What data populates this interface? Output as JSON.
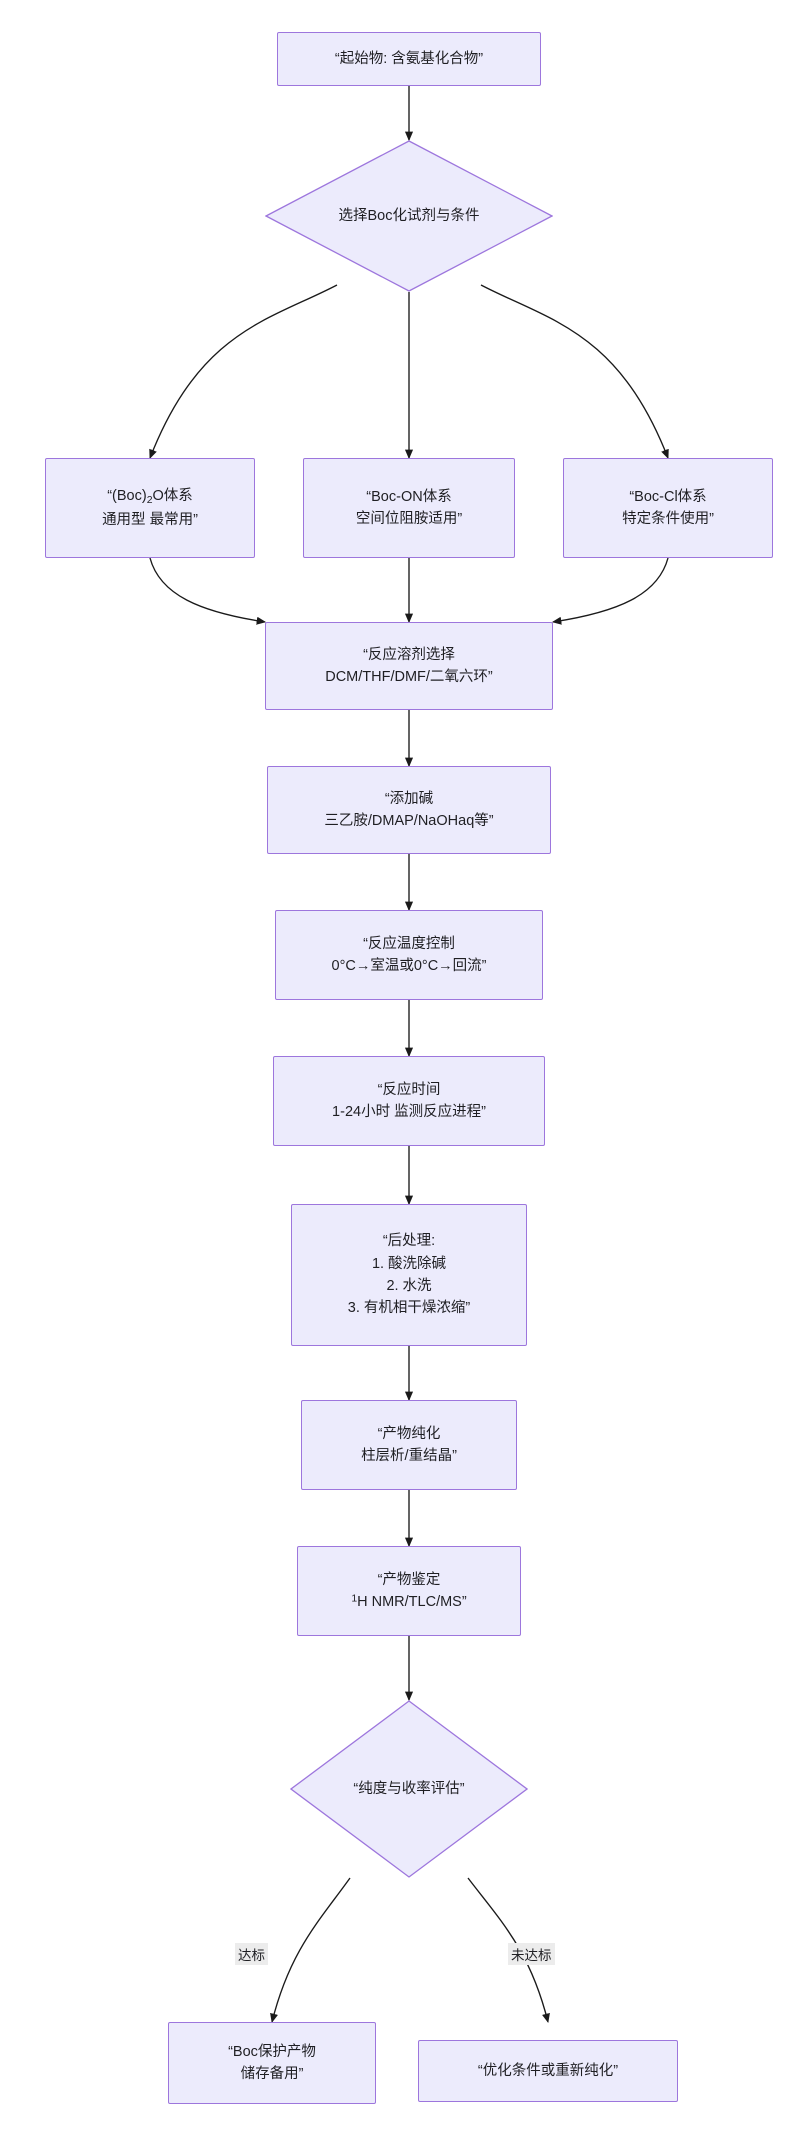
{
  "diagram": {
    "type": "flowchart",
    "direction": "top-to-bottom",
    "title_visible": false,
    "colors": {
      "node_fill": "#ECEBFC",
      "node_border": "#9D76DD",
      "edge_stroke": "#1a1a1a",
      "edge_label_bg": "#ECECEC",
      "text": "#1f1f23",
      "background": "#FFFFFF"
    },
    "nodes": [
      {
        "id": "start",
        "shape": "rect",
        "text": "“起始物: 含氨基化合物”"
      },
      {
        "id": "choose",
        "shape": "diamond",
        "text": "选择Boc化试剂与条件"
      },
      {
        "id": "boc2o",
        "shape": "rect",
        "line1": "“(Boc)₂O体系",
        "line2": "通用型 最常用”"
      },
      {
        "id": "bocon",
        "shape": "rect",
        "line1": "“Boc-ON体系",
        "line2": "空间位阻胺适用”"
      },
      {
        "id": "boccl",
        "shape": "rect",
        "line1": "“Boc-Cl体系",
        "line2": "特定条件使用”"
      },
      {
        "id": "solvent",
        "shape": "rect",
        "line1": "“反应溶剂选择",
        "line2": "DCM/THF/DMF/二氧六环”"
      },
      {
        "id": "base",
        "shape": "rect",
        "line1": "“添加碱",
        "line2": "三乙胺/DMAP/NaOHaq等”"
      },
      {
        "id": "temp",
        "shape": "rect",
        "line1": "“反应温度控制",
        "line2": "0°C→室温或0°C→回流”"
      },
      {
        "id": "time",
        "shape": "rect",
        "line1": "“反应时间",
        "line2": "1-24小时 监测反应进程”"
      },
      {
        "id": "workup",
        "shape": "rect",
        "line1": "“后处理:",
        "line2": "1. 酸洗除碱",
        "line3": "2. 水洗",
        "line4": "3. 有机相干燥浓缩”"
      },
      {
        "id": "purify",
        "shape": "rect",
        "line1": "“产物纯化",
        "line2": "柱层析/重结晶”"
      },
      {
        "id": "identify",
        "shape": "rect",
        "line1": "“产物鉴定",
        "line2": "¹H NMR/TLC/MS”"
      },
      {
        "id": "evaluate",
        "shape": "diamond",
        "text": "“纯度与收率评估”"
      },
      {
        "id": "pass_node",
        "shape": "rect",
        "line1": "“Boc保护产物",
        "line2": "储存备用”"
      },
      {
        "id": "fail_node",
        "shape": "rect",
        "text": "“优化条件或重新纯化”"
      }
    ],
    "edges": [
      {
        "from": "start",
        "to": "choose",
        "label": ""
      },
      {
        "from": "choose",
        "to": "boc2o",
        "label": ""
      },
      {
        "from": "choose",
        "to": "bocon",
        "label": ""
      },
      {
        "from": "choose",
        "to": "boccl",
        "label": ""
      },
      {
        "from": "boc2o",
        "to": "solvent",
        "label": ""
      },
      {
        "from": "bocon",
        "to": "solvent",
        "label": ""
      },
      {
        "from": "boccl",
        "to": "solvent",
        "label": ""
      },
      {
        "from": "solvent",
        "to": "base",
        "label": ""
      },
      {
        "from": "base",
        "to": "temp",
        "label": ""
      },
      {
        "from": "temp",
        "to": "time",
        "label": ""
      },
      {
        "from": "time",
        "to": "workup",
        "label": ""
      },
      {
        "from": "workup",
        "to": "purify",
        "label": ""
      },
      {
        "from": "purify",
        "to": "identify",
        "label": ""
      },
      {
        "from": "identify",
        "to": "evaluate",
        "label": ""
      },
      {
        "from": "evaluate",
        "to": "pass_node",
        "label": "达标"
      },
      {
        "from": "evaluate",
        "to": "fail_node",
        "label": "未达标"
      }
    ],
    "edge_labels": {
      "pass": "达标",
      "fail": "未达标"
    }
  }
}
